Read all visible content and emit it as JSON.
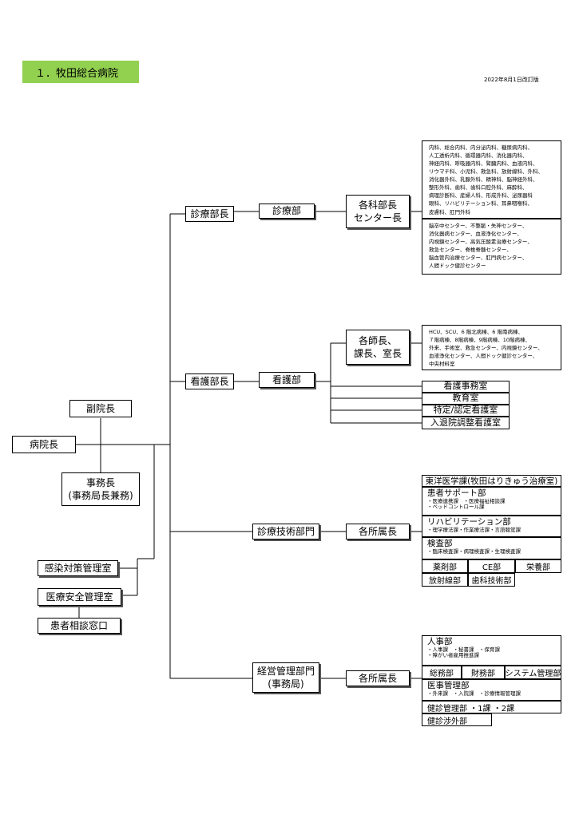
{
  "header": {
    "title": "１．牧田総合病院",
    "revision": "2022年8月1日改訂版"
  },
  "colors": {
    "title_badge": "#92d050",
    "line": "#000000",
    "box_border": "#000000"
  },
  "nodes": {
    "director": "病院長",
    "vice_director": "副院長",
    "admin_manager": "事務長\n(事務局長兼務)",
    "infection_control": "感染対策管理室",
    "medical_safety": "医療安全管理室",
    "patient_consultation": "患者相談窓口",
    "medical_director": "診療部長",
    "medical_dept": "診療部",
    "dept_heads": "各科部長\nセンター長",
    "clinical_departments": "内科、総合内科、内分泌内科、糖尿病内科、\n人工透析内科、循環器内科、消化器内科、\n神経内科、呼吸器内科、腎臓内科、血液内科、\nリウマチ科、小児科、救急科、放射線科、外科、\n消化器外科、乳腺外科、精神科、脳神経外科、\n整形外科、歯科、歯科口腔外科、麻酔科、\n病理診断科、産婦人科、形成外科、泌尿器科\n眼科、リハビリテーション科、耳鼻咽喉科、\n皮膚科、肛門外科",
    "centers": "脳卒中センター、不整脈・失神センター、\n消化器病センター、血液浄化センター、\n内視鏡センター、高気圧酸素治療センター、\n救急センター、脊椎脊髄センター、\n脳血管内治療センター、肛門病センター、\n人間ドック健診センター",
    "nursing_director": "看護部長",
    "nursing_dept": "看護部",
    "nurse_heads": "各師長、\n課長、室長",
    "wards": "HCU、SCU、6 階北病棟、6 階南病棟、\n７階病棟、8階病棟、9階病棟、10階病棟、\n外来、手術室、救急センター、内視鏡センター、\n血液浄化センター、人間ドック健診センター、\n中央材料室",
    "nursing_office": "看護事務室",
    "education_room": "教育室",
    "certified_nurse_room": "特定/認定看護室",
    "admission_nurse_room": "入退院調整看護室",
    "technical_dept": "診療技術部門",
    "technical_heads": "各所属長",
    "management_dept": "経営管理部門\n(事務局)",
    "management_heads": "各所属長"
  },
  "technical": {
    "oriental": "東洋医学課(牧田はりきゅう治療室)",
    "patient_support": {
      "title": "患者サポート部",
      "sub": "・医療連携課　・医療福祉相談課\n・ベッドコントロール課"
    },
    "rehab": {
      "title": "リハビリテーション部",
      "sub": "・理学療法課・作業療法課・言語聴覚課"
    },
    "lab": {
      "title": "検査部",
      "sub": "・臨床検査課・病理検査課・生理検査課"
    },
    "row1": [
      "薬剤部",
      "CE部",
      "栄養部"
    ],
    "row2": [
      "放射線部",
      "歯科技術部"
    ]
  },
  "management": {
    "hr": {
      "title": "人事部",
      "sub": "・人事課　・秘書課　・保育課\n・障がい者雇用推進課"
    },
    "row": [
      "総務部",
      "財務部",
      "システム管理部"
    ],
    "medical_admin": {
      "title": "医事管理部",
      "sub": "・外来課　・入院課　・診療情報管理課"
    },
    "checkup_mgmt": "健診管理部 ・1課 ・2課",
    "checkup_external": "健診渉外部"
  }
}
